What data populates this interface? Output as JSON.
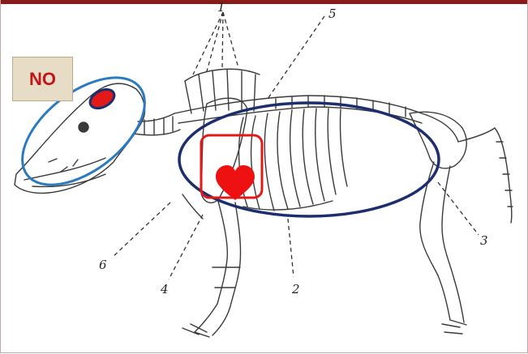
{
  "badge": {
    "text": "NO"
  },
  "labels": {
    "l1": "1",
    "l2": "2",
    "l3": "3",
    "l4": "4",
    "l5": "5",
    "l6": "6"
  },
  "colors": {
    "header_bar": "#8a1a1a",
    "head_ellipse": "#2a7ac0",
    "body_ellipse": "#1d2e6e",
    "brain_fill": "#e11919",
    "heart_box": "#e11919",
    "heart_fill": "#ee1111",
    "badge_text": "#c21515",
    "badge_bg": "#e7ddc6"
  },
  "icons": {
    "heart": "heart-icon",
    "brain": "brain-marker"
  }
}
